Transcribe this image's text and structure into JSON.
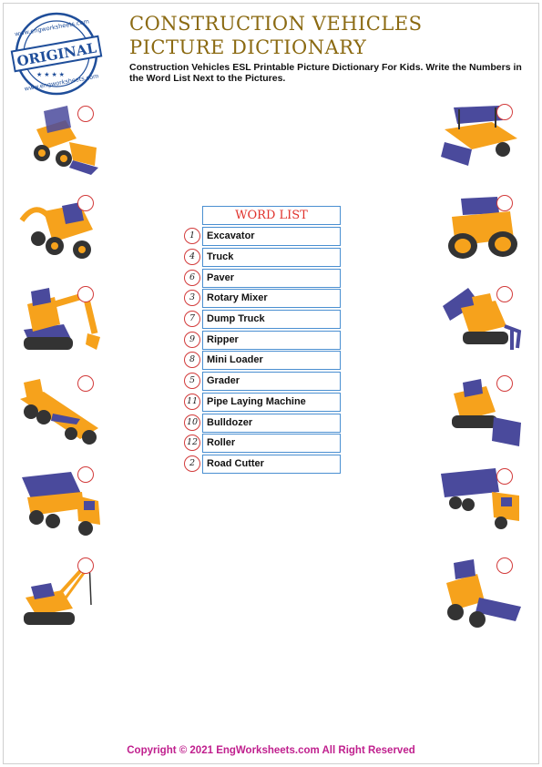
{
  "stamp": {
    "top_text": "www.engworksheets.com",
    "center_text": "ORIGINAL",
    "bottom_text": "www.engworksheets.com"
  },
  "title": {
    "line1": "CONSTRUCTION VEHICLES",
    "line2": "PICTURE DICTIONARY"
  },
  "subtitle": "Construction Vehicles ESL Printable Picture Dictionary For Kids. Write the Numbers in the Word List Next to the Pictures.",
  "word_list": {
    "header": "WORD LIST",
    "items": [
      {
        "num": "1",
        "word": "Excavator"
      },
      {
        "num": "4",
        "word": "Truck"
      },
      {
        "num": "6",
        "word": "Paver"
      },
      {
        "num": "3",
        "word": "Rotary Mixer"
      },
      {
        "num": "7",
        "word": "Dump Truck"
      },
      {
        "num": "9",
        "word": "Ripper"
      },
      {
        "num": "8",
        "word": "Mini Loader"
      },
      {
        "num": "5",
        "word": "Grader"
      },
      {
        "num": "11",
        "word": "Pipe Laying Machine"
      },
      {
        "num": "10",
        "word": "Bulldozer"
      },
      {
        "num": "12",
        "word": "Roller"
      },
      {
        "num": "2",
        "word": "Road Cutter"
      }
    ]
  },
  "pictures": {
    "left": [
      "mini-loader",
      "road-cutter",
      "excavator",
      "grader",
      "dump-truck",
      "pipe-laying-machine"
    ],
    "right": [
      "paver",
      "roller",
      "ripper",
      "bulldozer",
      "truck",
      "rotary-mixer"
    ]
  },
  "colors": {
    "title": "#8b6a12",
    "circle": "#d23a3a",
    "box_border": "#4a8fd1",
    "header_text": "#e0312b",
    "footer": "#c0208e",
    "vehicle_body": "#f6a21c",
    "vehicle_accent": "#4a4a9c",
    "stamp": "#1f4e9a"
  },
  "footer": "Copyright © 2021 EngWorksheets.com All Right Reserved"
}
